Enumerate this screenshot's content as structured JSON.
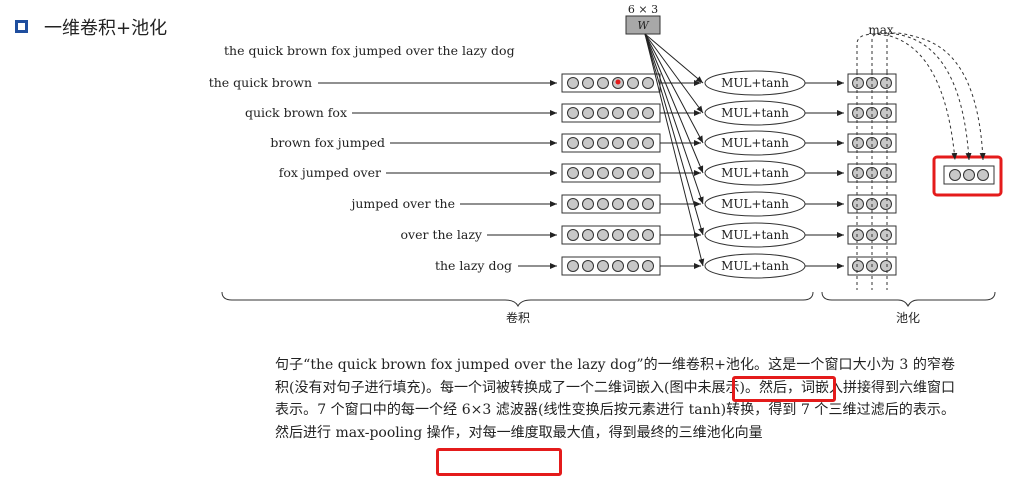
{
  "heading": "一维卷积+池化",
  "diagram": {
    "full_sentence": "the quick brown fox jumped over the lazy dog",
    "windows": [
      "the quick brown",
      "quick brown fox",
      "brown fox jumped",
      "fox jumped over",
      "jumped over the",
      "over the lazy",
      "the lazy dog"
    ],
    "filter_size": "6 × 3",
    "filter_label": "W",
    "op_label": "MUL+tanh",
    "max_label": "max",
    "conv_label": "卷积",
    "pool_label": "池化"
  },
  "caption": {
    "text": "句子“the quick brown fox jumped over the lazy dog”的一维卷积+池化。这是一个窗口大小为 3 的窄卷积(没有对句子进行填充)。每一个词被转换成了一个二维词嵌入(图中未展示)。然后，词嵌入拼接得到六维窗口表示。7 个窗口中的每一个经 6×3 滤波器(线性变换后按元素进行 tanh)转换，得到 7 个三维过滤后的表示。然后进行 max-pooling 操作，对每一维度取最大值，得到最终的三维池化向量"
  },
  "colors": {
    "highlight": "#e41b1b",
    "bullet": "#1f4e9e",
    "circle_fill": "#c8c8c8",
    "filter_box": "#a8a8a8",
    "marked_dot": "#e41b1b"
  }
}
